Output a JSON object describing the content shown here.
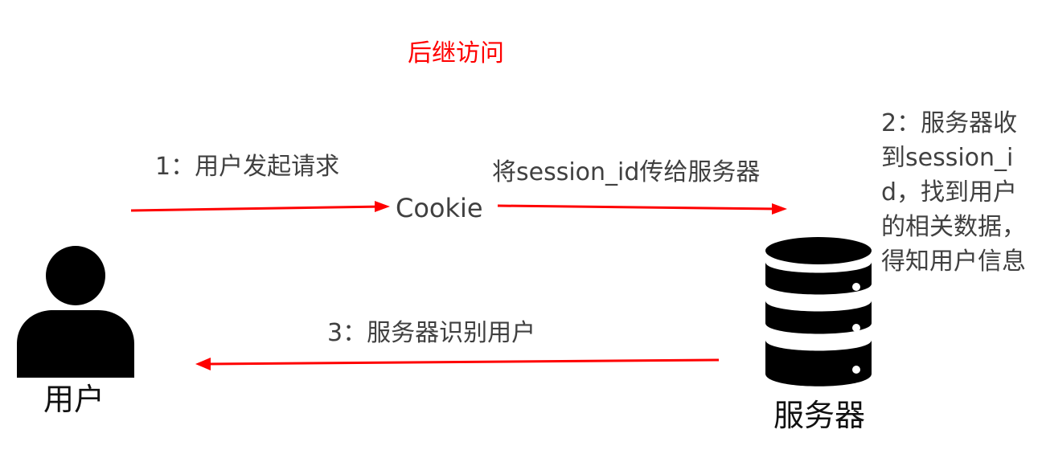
{
  "title": "后继访问",
  "steps": {
    "step1": "1：用户发起请求",
    "cookie": "Cookie",
    "pass": "将session_id传给服务器",
    "step2": "2：服务器收到session_id，找到用户的相关数据，得知用户信息",
    "step3": "3：服务器识别用户"
  },
  "actors": {
    "user": "用户",
    "server": "服务器"
  },
  "colors": {
    "title": "#ff0000",
    "arrow": "#ff0000",
    "text": "#404040",
    "icon": "#000000"
  },
  "icons": {
    "user": "user-icon",
    "server": "database-server-icon"
  }
}
